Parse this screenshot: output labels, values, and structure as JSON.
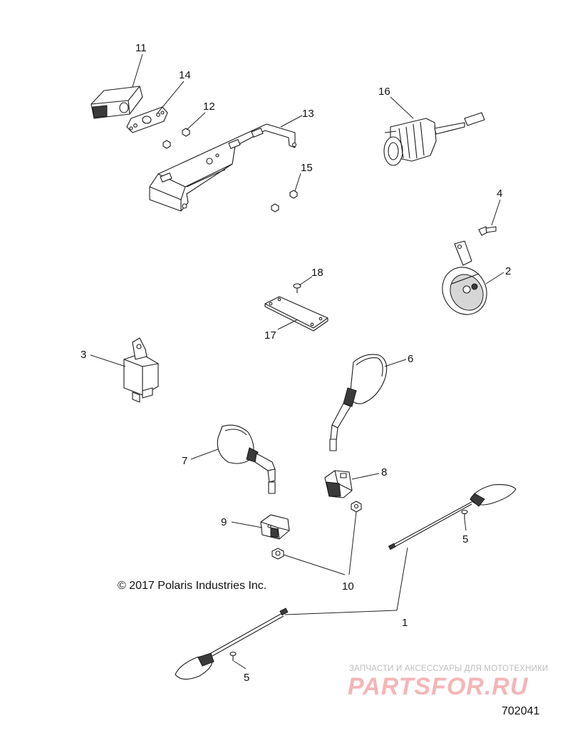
{
  "diagram": {
    "labels": [
      {
        "id": "11",
        "text": "11"
      },
      {
        "id": "14",
        "text": "14"
      },
      {
        "id": "12",
        "text": "12"
      },
      {
        "id": "13",
        "text": "13"
      },
      {
        "id": "16",
        "text": "16"
      },
      {
        "id": "15",
        "text": "15"
      },
      {
        "id": "4",
        "text": "4"
      },
      {
        "id": "2",
        "text": "2"
      },
      {
        "id": "18",
        "text": "18"
      },
      {
        "id": "17",
        "text": "17"
      },
      {
        "id": "3",
        "text": "3"
      },
      {
        "id": "6",
        "text": "6"
      },
      {
        "id": "7",
        "text": "7"
      },
      {
        "id": "8",
        "text": "8"
      },
      {
        "id": "9",
        "text": "9"
      },
      {
        "id": "5a",
        "text": "5"
      },
      {
        "id": "10",
        "text": "10"
      },
      {
        "id": "1",
        "text": "1"
      },
      {
        "id": "5b",
        "text": "5"
      }
    ],
    "copyright": "© 2017 Polaris Industries Inc.",
    "diagram_id": "702041"
  },
  "watermark": {
    "subtitle": "ЗАПЧАСТИ И АКСЕССУАРЫ ДЛЯ МОТОТЕХНИКИ",
    "logo": "PARTSFOR.RU"
  },
  "colors": {
    "line": "#1a1a1a",
    "watermark_logo": "#f4b6b6",
    "watermark_text": "#bdbdbd"
  }
}
